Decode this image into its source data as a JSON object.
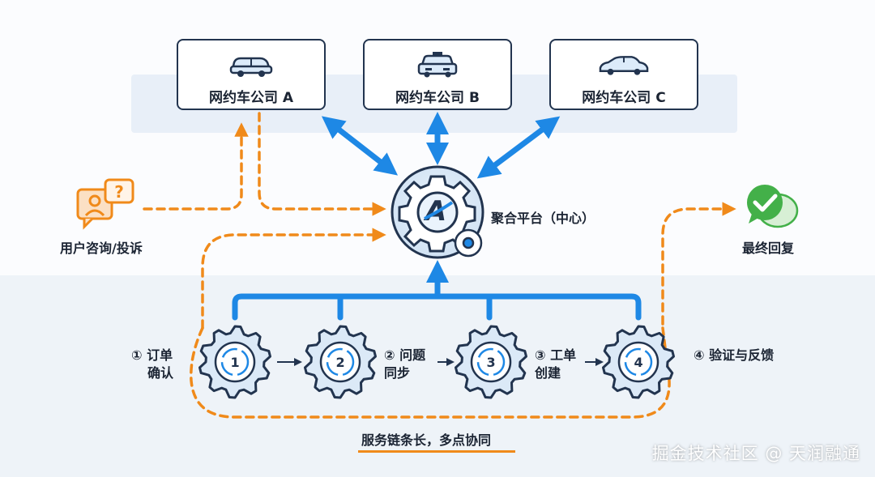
{
  "companies": [
    {
      "name": "网约车公司 A",
      "icon": "car-icon"
    },
    {
      "name": "网约车公司 B",
      "icon": "taxi-icon"
    },
    {
      "name": "网约车公司 C",
      "icon": "sedan-icon"
    }
  ],
  "center": {
    "label": "聚合平台（中心）",
    "icon": "gear-logo-icon"
  },
  "user": {
    "label": "用户咨询/投诉",
    "icon": "user-question-icon"
  },
  "final": {
    "label": "最终回复",
    "icon": "check-chat-icon"
  },
  "steps": [
    {
      "number": "1",
      "label_line1": "① 订单",
      "label_line2": "确认"
    },
    {
      "number": "2",
      "label_line1": "② 问题",
      "label_line2": "同步"
    },
    {
      "number": "3",
      "label_line1": "③ 工单",
      "label_line2": "创建"
    },
    {
      "number": "4",
      "label_line1": "④ 验证与反馈",
      "label_line2": ""
    }
  ],
  "caption": "服务链条长，多点协同",
  "watermark": "掘金技术社区 @ 天润融通",
  "colors": {
    "blue": "#1e88e5",
    "orange": "#f08a1a",
    "navy": "#22344f",
    "green": "#43b049"
  }
}
